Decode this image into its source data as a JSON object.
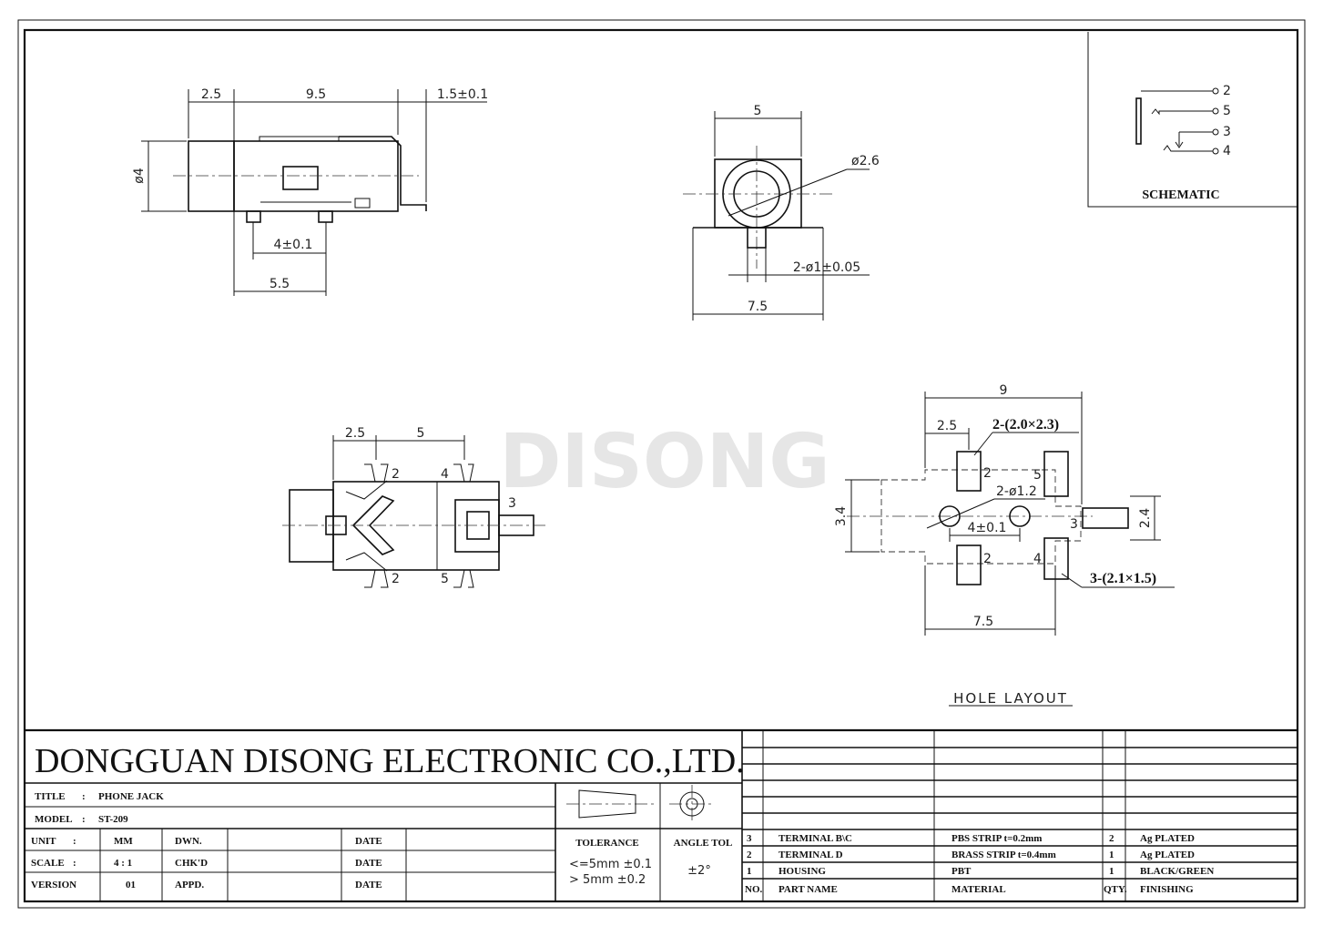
{
  "watermark": "DISONG",
  "company": "DONGGUAN DISONG ELECTRONIC CO.,LTD.",
  "title_block": {
    "title_label": "TITLE",
    "title_value": "PHONE JACK",
    "model_label": "MODEL",
    "model_value": "ST-209",
    "unit_label": "UNIT",
    "unit_value": "MM",
    "scale_label": "SCALE",
    "scale_value": "4 : 1",
    "version_label": "VERSION",
    "version_value": "01",
    "dwn_label": "DWN.",
    "chkd_label": "CHK'D",
    "appd_label": "APPD.",
    "date_label": "DATE",
    "tolerance_label": "TOLERANCE",
    "tolerance_line1": "<=5mm  ±0.1",
    "tolerance_line2": "> 5mm  ±0.2",
    "angle_tol_label": "ANGLE TOL",
    "angle_tol_value": "±2°"
  },
  "bom": {
    "headers": [
      "NO.",
      "PART NAME",
      "MATERIAL",
      "QTY.",
      "FINISHING"
    ],
    "rows": [
      [
        "3",
        "TERMINAL B\\C",
        "PBS STRIP  t=0.2mm",
        "2",
        "Ag PLATED"
      ],
      [
        "2",
        "TERMINAL D",
        "BRASS STRIP  t=0.4mm",
        "1",
        "Ag PLATED"
      ],
      [
        "1",
        "HOUSING",
        "PBT",
        "1",
        "BLACK/GREEN"
      ]
    ]
  },
  "schematic": {
    "label": "SCHEMATIC",
    "pins": [
      "2",
      "5",
      "3",
      "4"
    ]
  },
  "side_view": {
    "dims": [
      "2.5",
      "9.5",
      "1.5±0.1",
      "ø4",
      "4±0.1",
      "5.5"
    ]
  },
  "front_view": {
    "dims": [
      "5",
      "ø2.6",
      "2-ø1±0.05",
      "7.5"
    ]
  },
  "top_view": {
    "dims": [
      "2.5",
      "5"
    ],
    "pins": [
      "2",
      "4",
      "3",
      "2",
      "5"
    ]
  },
  "hole_layout": {
    "label": "HOLE LAYOUT",
    "dims": [
      "9",
      "2.5",
      "2-(2.0×2.3)",
      "2-ø1.2",
      "3.4",
      "4±0.1",
      "2.4",
      "3-(2.1×1.5)",
      "7.5"
    ],
    "pins": [
      "2",
      "5",
      "3",
      "2",
      "4"
    ]
  }
}
